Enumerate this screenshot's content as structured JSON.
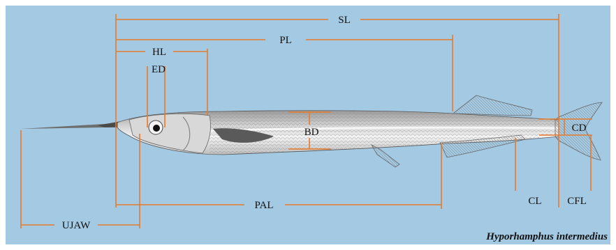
{
  "figure": {
    "species": "Hyporhamphus intermedius",
    "measurement_color": "#e87a2a",
    "background_color": "#a3c9e3",
    "labels": {
      "sl": "SL",
      "pl": "PL",
      "hl": "HL",
      "ed": "ED",
      "bd": "BD",
      "cd": "CD",
      "pal": "PAL",
      "ujaw": "UJAW",
      "cl": "CL",
      "cfl": "CFL"
    }
  }
}
